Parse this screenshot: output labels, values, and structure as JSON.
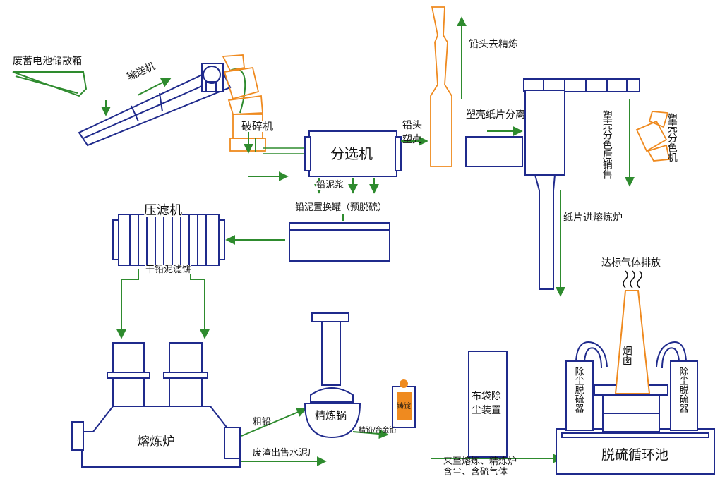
{
  "colors": {
    "equipment": "#1f2a8c",
    "pipe": "#2e8b2e",
    "stack": "#ef8a1f",
    "text": "#111111"
  },
  "labels": {
    "battery_bin": "废蓄电池储散箱",
    "conveyor": "输送机",
    "crusher": "破碎机",
    "separator": "分选机",
    "lead_plastic": "铅头\n塑壳",
    "lead_to_refine": "铅头去精炼",
    "plastic_paper_sep": "塑壳纸片分离",
    "color_sorter": "塑壳分色机",
    "sorted_sale": "塑壳分色后销售",
    "paper_to_furnace": "纸片进熔炼炉",
    "lead_slurry": "铅泥浆",
    "exchange_tank": "铅泥置换罐（预脱硫）",
    "filter_press": "压滤机",
    "dry_cake": "干铅泥滤饼",
    "furnace": "熔炼炉",
    "crude_lead": "粗铅",
    "refine_pot": "精炼锅",
    "ingot": "铸锭",
    "refined_lead": "精铅/合金铅",
    "slag_sale": "废渣出售水泥厂",
    "baghouse": "布袋除\n尘装置",
    "gas_source": "来至熔炼、精炼炉\n含尘、含硫气体",
    "chimney": "烟囱",
    "desulf_left": "除尘脱硫器",
    "desulf_right": "除尘脱硫器",
    "emission": "达标气体排放",
    "desulf_pool": "脱硫循环池"
  }
}
